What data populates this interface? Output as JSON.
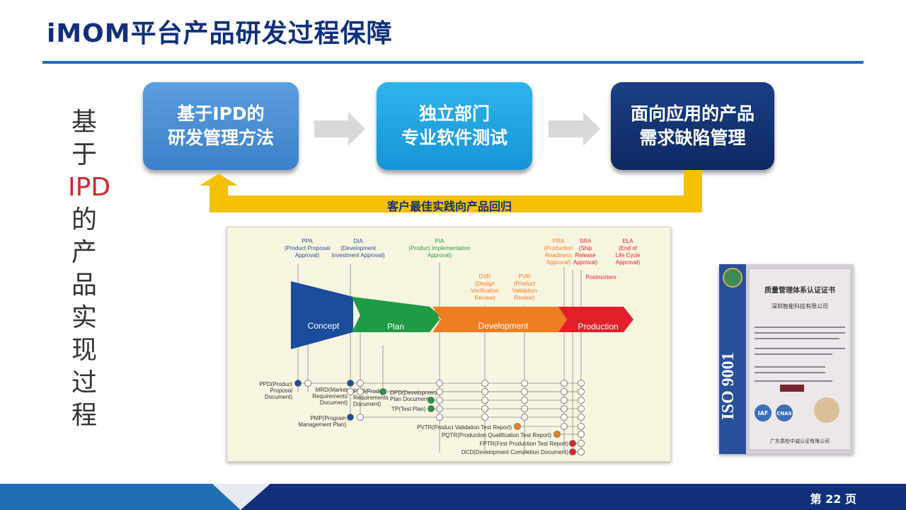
{
  "title": "iMOM平台产品研发过程保障",
  "vertical_text": [
    "基",
    "于",
    "IPD",
    "的",
    "产",
    "品",
    "实",
    "现",
    "过",
    "程"
  ],
  "flow": {
    "boxes": [
      {
        "label": "基于IPD的\n研发管理方法"
      },
      {
        "label": "独立部门\n专业软件测试"
      },
      {
        "label": "面向应用的产品\n需求缺陷管理"
      }
    ],
    "feedback_label": "客户最佳实践向产品回归"
  },
  "diagram": {
    "phases": [
      "Concept",
      "Plan",
      "Development",
      "Production"
    ],
    "milestones": [
      {
        "label": "PPA\n(Product Proposal\nApproval)"
      },
      {
        "label": "DIA\n(Development\nInvestment Approval)"
      },
      {
        "label": "PIA\n(Product Implementation\nApproval)"
      },
      {
        "label": "DVR\n(Design\nVerification\nReview)"
      },
      {
        "label": "PVR\n(Product\nValidation\nReview)"
      },
      {
        "label": "PRA\n(Production\nReadiness\nApproval)"
      },
      {
        "label": "SRA\n(Ship\nRelease\nApproval)"
      },
      {
        "label": "ELA\n(End of\nLife Cycle\nApproval)"
      },
      {
        "label": "Postmortem"
      }
    ],
    "documents": [
      {
        "label": "PPD(Product\nProposal\nDocument)"
      },
      {
        "label": "MRD(Market\nRequirements\nDocument)"
      },
      {
        "label": "PRD(Product\nRequirements\nDocument)"
      },
      {
        "label": "DPD(Development\nPlan Document)"
      },
      {
        "label": "TP(Test Plan)"
      },
      {
        "label": "PMP(Program\nManagement Plan)"
      },
      {
        "label": "PVTR(Product Validation Test Report)"
      },
      {
        "label": "PQTR(Production Qualification Test Report)"
      },
      {
        "label": "FPTR(First Production Test Report)"
      },
      {
        "label": "DCD(Development Completion Document)"
      }
    ]
  },
  "certificate": {
    "vertical_label": "ISO 9001",
    "heading": "质量管理体系认证证书",
    "company": "深圳智能科技有限公司",
    "issuer": "广东质检中诚认证有限公司",
    "logos": [
      "IAF",
      "CNAS"
    ]
  },
  "footer": {
    "page_label": "第 22 页"
  },
  "colors": {
    "title": "#10307a",
    "accent_blue": "#1f6fb5",
    "feedback_arrow": "#f5c000",
    "concept": "#1c4c9c",
    "plan": "#1f9a45",
    "development": "#ef7d22",
    "production": "#e3202a"
  }
}
